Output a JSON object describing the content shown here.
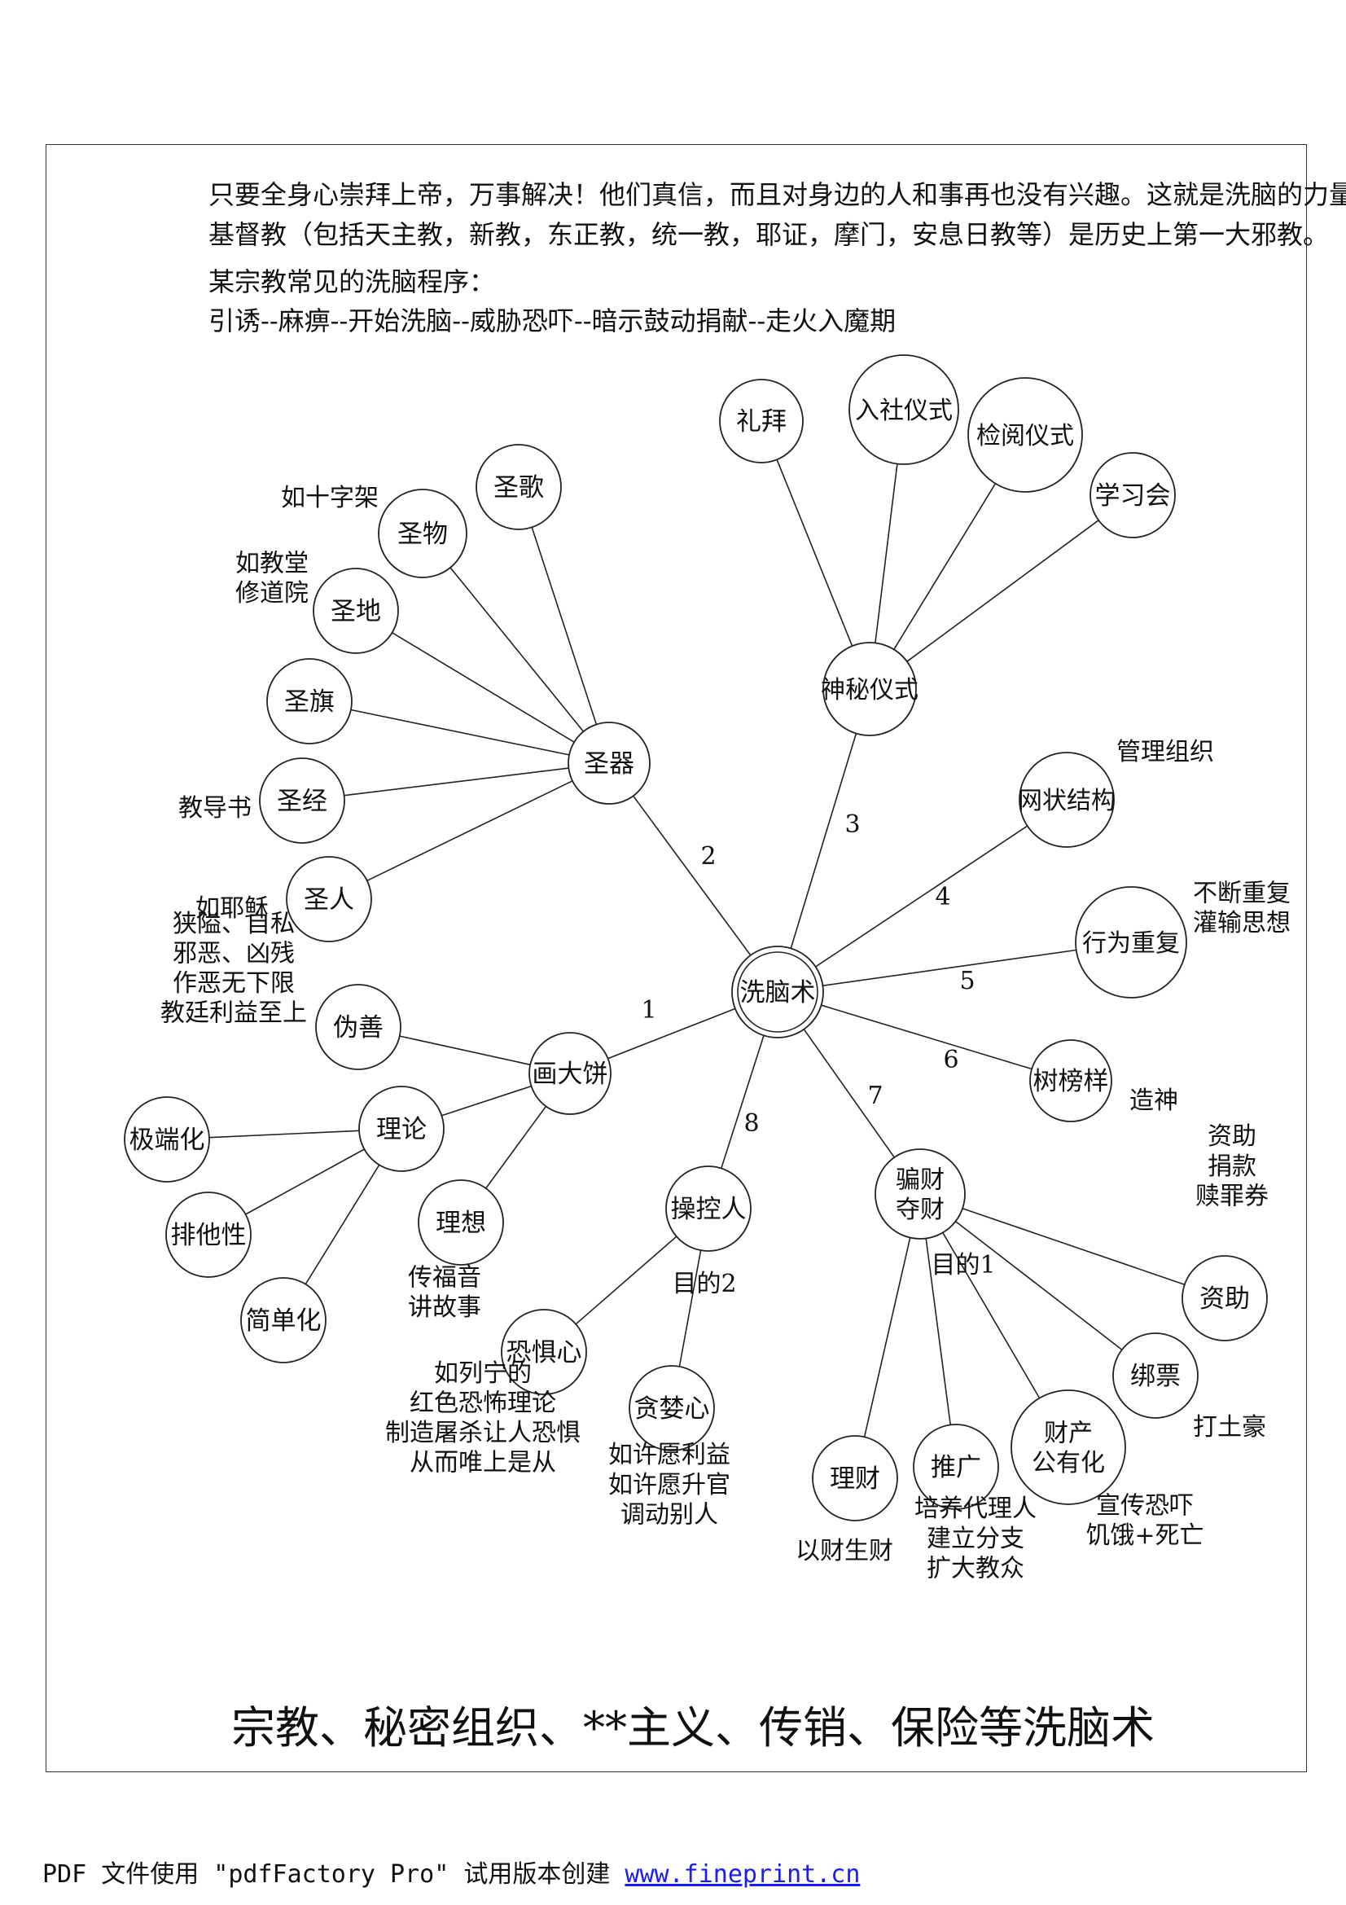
{
  "intro": {
    "line1": "只要全身心崇拜上帝，万事解决！他们真信，而且对身边的人和事再也没有兴趣。这就是洗脑的力量。",
    "line2": "基督教（包括天主教，新教，东正教，统一教，耶证，摩门，安息日教等）是历史上第一大邪教。",
    "line3": "某宗教常见的洗脑程序：",
    "line4": "引诱--麻痹--开始洗脑--威胁恐吓--暗示鼓动捐献--走火入魔期"
  },
  "center": {
    "label": "洗脑术"
  },
  "nodes": [
    {
      "id": "huadabing",
      "lines": [
        "画大饼"
      ]
    },
    {
      "id": "shengqi",
      "lines": [
        "圣器"
      ]
    },
    {
      "id": "shenmiyishi",
      "lines": [
        "神秘仪式"
      ]
    },
    {
      "id": "wangzhuangjiegou",
      "lines": [
        "网状结构"
      ]
    },
    {
      "id": "xingweichongfu",
      "lines": [
        "行为重复"
      ]
    },
    {
      "id": "shubangyang",
      "lines": [
        "树榜样"
      ]
    },
    {
      "id": "piancaiduocai",
      "lines": [
        "骗财",
        "夺财"
      ]
    },
    {
      "id": "caokongren",
      "lines": [
        "操控人"
      ]
    },
    {
      "id": "weishan",
      "lines": [
        "伪善"
      ]
    },
    {
      "id": "lilun",
      "lines": [
        "理论"
      ]
    },
    {
      "id": "lixiang",
      "lines": [
        "理想"
      ]
    },
    {
      "id": "jiduanhua",
      "lines": [
        "极端化"
      ]
    },
    {
      "id": "paitaxing",
      "lines": [
        "排他性"
      ]
    },
    {
      "id": "jiandanhua",
      "lines": [
        "简单化"
      ]
    },
    {
      "id": "shengge",
      "lines": [
        "圣歌"
      ]
    },
    {
      "id": "shengwu",
      "lines": [
        "圣物"
      ]
    },
    {
      "id": "shengdi",
      "lines": [
        "圣地"
      ]
    },
    {
      "id": "shengqi-flag",
      "lines": [
        "圣旗"
      ]
    },
    {
      "id": "shengjing",
      "lines": [
        "圣经"
      ]
    },
    {
      "id": "shengren",
      "lines": [
        "圣人"
      ]
    },
    {
      "id": "libai",
      "lines": [
        "礼拜"
      ]
    },
    {
      "id": "rusheyishi",
      "lines": [
        "入社仪式"
      ]
    },
    {
      "id": "jianyueyishi",
      "lines": [
        "检阅仪式"
      ]
    },
    {
      "id": "xuexihui",
      "lines": [
        "学习会"
      ]
    },
    {
      "id": "kongjuxin",
      "lines": [
        "恐惧心"
      ]
    },
    {
      "id": "tanlouxin",
      "lines": [
        "贪婪心"
      ]
    },
    {
      "id": "licai",
      "lines": [
        "理财"
      ]
    },
    {
      "id": "tuiguang",
      "lines": [
        "推广"
      ]
    },
    {
      "id": "caichangongyouhua",
      "lines": [
        "财产",
        "公有化"
      ]
    },
    {
      "id": "bangpiao",
      "lines": [
        "绑票"
      ]
    },
    {
      "id": "zizhu",
      "lines": [
        "资助"
      ]
    }
  ],
  "branch_numbers": [
    "1",
    "2",
    "3",
    "4",
    "5",
    "6",
    "7",
    "8"
  ],
  "annotations": [
    {
      "id": "ruyesu",
      "lines": [
        "如耶稣"
      ]
    },
    {
      "id": "jiaodaoshu",
      "lines": [
        "教导书"
      ]
    },
    {
      "id": "rushizijia",
      "lines": [
        "如十字架"
      ]
    },
    {
      "id": "rujiaotang",
      "lines": [
        "如教堂",
        "修道院"
      ]
    },
    {
      "id": "guanlizuzhi",
      "lines": [
        "管理组织"
      ]
    },
    {
      "id": "buduanchongfu",
      "lines": [
        "不断重复",
        "灌输思想"
      ]
    },
    {
      "id": "zaoshen",
      "lines": [
        "造神"
      ]
    },
    {
      "id": "xiaai",
      "lines": [
        "狭隘、自私",
        "邪恶、凶残",
        "作恶无下限",
        "教廷利益至上"
      ]
    },
    {
      "id": "chuanfuyin",
      "lines": [
        "传福音",
        "讲故事"
      ]
    },
    {
      "id": "mudi2",
      "lines": [
        "目的2"
      ]
    },
    {
      "id": "mudi1",
      "lines": [
        "目的1"
      ]
    },
    {
      "id": "ruliening",
      "lines": [
        "如列宁的",
        "红色恐怖理论",
        "制造屠杀让人恐惧",
        "从而唯上是从"
      ]
    },
    {
      "id": "ruxuyuan",
      "lines": [
        "如许愿利益",
        "如许愿升官",
        "调动别人"
      ]
    },
    {
      "id": "yicaishengcai",
      "lines": [
        "以财生财"
      ]
    },
    {
      "id": "peiyangdailiren",
      "lines": [
        "培养代理人",
        "建立分支",
        "扩大教众"
      ]
    },
    {
      "id": "xuanchuankongxia",
      "lines": [
        "宣传恐吓",
        "饥饿+死亡"
      ]
    },
    {
      "id": "datuhao",
      "lines": [
        "打土豪"
      ]
    },
    {
      "id": "zizhujuankuan",
      "lines": [
        "资助",
        "捐款",
        "赎罪券"
      ]
    }
  ],
  "title": "宗教、秘密组织、**主义、传销、保险等洗脑术",
  "footer": {
    "text": "PDF 文件使用 \"pdfFactory Pro\" 试用版本创建 ",
    "link": "www.fineprint.cn"
  }
}
